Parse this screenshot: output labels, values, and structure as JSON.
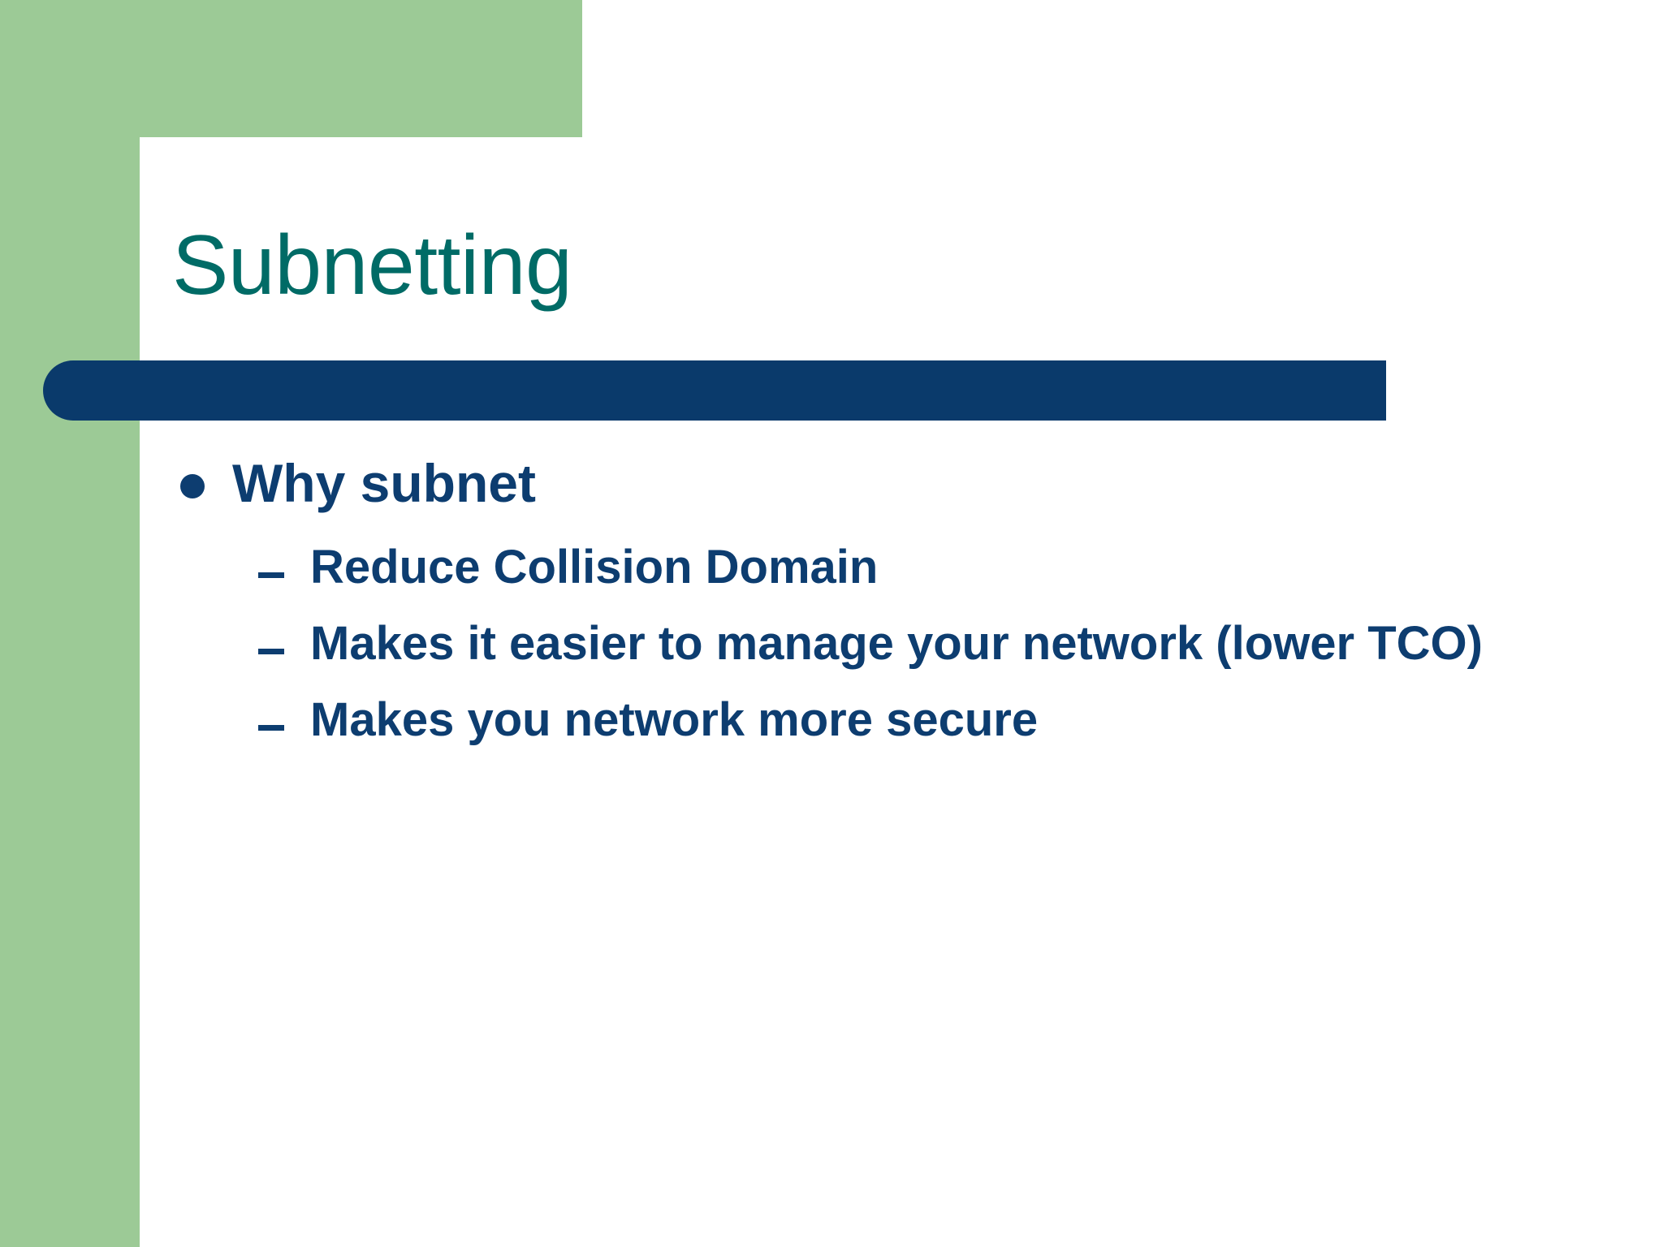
{
  "slide": {
    "title": "Subnetting",
    "theme": {
      "green_panel": "#9CCA96",
      "title_color": "#006B66",
      "divider_bar_color": "#0A3A6B",
      "body_text_color": "#0D3D70",
      "background": "#FFFFFF"
    },
    "content": {
      "bullets": [
        {
          "level": 1,
          "marker": "disc-bullet-icon",
          "text": "Why subnet",
          "children": [
            {
              "level": 2,
              "marker": "dash-bullet-icon",
              "text": "Reduce Collision Domain"
            },
            {
              "level": 2,
              "marker": "dash-bullet-icon",
              "text": "Makes it easier to manage your network (lower TCO)"
            },
            {
              "level": 2,
              "marker": "dash-bullet-icon",
              "text": "Makes you network more secure"
            }
          ]
        }
      ]
    }
  }
}
